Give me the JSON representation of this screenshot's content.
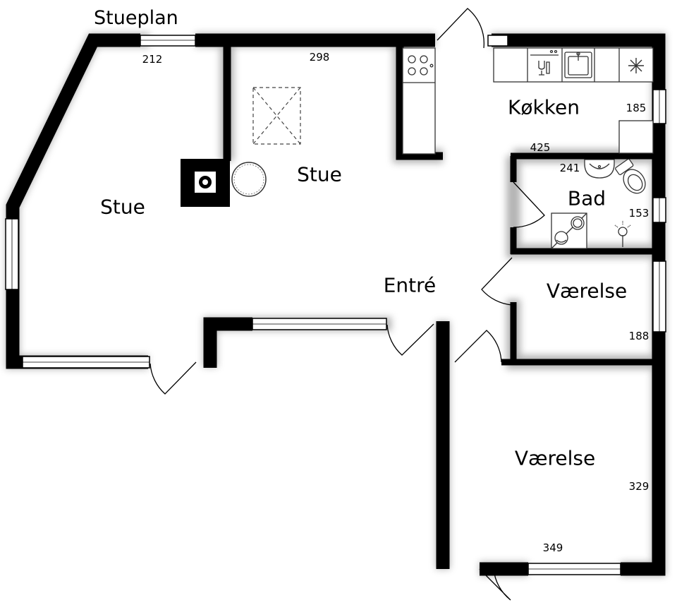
{
  "plan": {
    "title": "Stueplan"
  },
  "rooms": {
    "stue_west": "Stue",
    "stue_east": "Stue",
    "kokken": "Køkken",
    "bad": "Bad",
    "entre": "Entré",
    "vaerelse_small": "Værelse",
    "vaerelse_large": "Værelse"
  },
  "dimensions": {
    "stue_west_width": "212",
    "stue_east_width": "298",
    "kokken_depth": "185",
    "kokken_width": "425",
    "bad_width": "241",
    "bad_depth": "153",
    "vaerelse_small_depth": "188",
    "vaerelse_large_depth": "329",
    "vaerelse_large_width": "349"
  },
  "colors": {
    "wall": "#000000",
    "fixture_line": "#333333",
    "background": "#ffffff"
  }
}
